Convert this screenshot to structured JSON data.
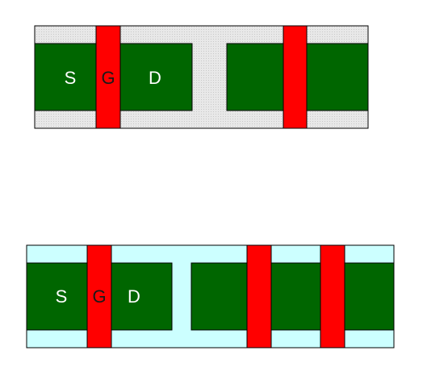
{
  "colors": {
    "top_substrate": "#e8e8e8",
    "top_substrate_dots": "#c8c8c8",
    "bottom_substrate": "#ccffff",
    "active_region": "#006600",
    "gate": "#ff0000",
    "outline": "#000000",
    "source_drain_label": "#ffffff",
    "gate_label": "#1a1a1a"
  },
  "top_layout": {
    "labels": {
      "source": "S",
      "gate": "G",
      "drain": "D"
    }
  },
  "bottom_layout": {
    "labels": {
      "source": "S",
      "gate": "G",
      "drain": "D"
    }
  }
}
